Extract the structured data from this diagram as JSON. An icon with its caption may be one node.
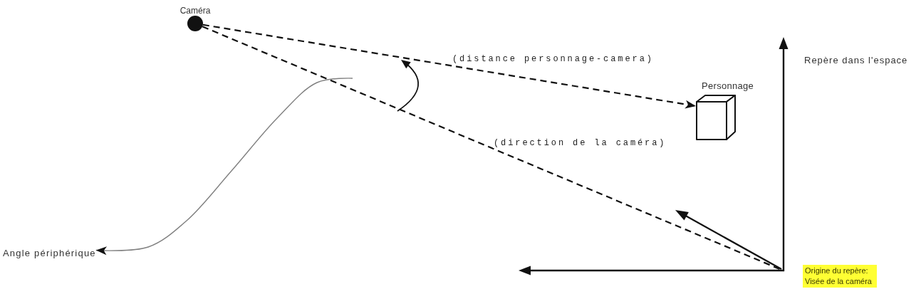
{
  "diagram": {
    "nodes": [
      {
        "text": [
          "Caméra"
        ]
      },
      {
        "text": [
          "Personnage"
        ]
      },
      {
        "text": [
          "Angle périphérique"
        ]
      },
      {
        "text": [
          "Origine du repère: Visée de la caméra"
        ]
      }
    ],
    "edges": [
      {
        "from": 0,
        "to": 1,
        "arrow": "to",
        "label": "(distance personnage-camera)",
        "style": "dashed"
      },
      {
        "from": 0,
        "to": null,
        "arrow": "none",
        "label": "(direction de la caméra)",
        "style": "dashed"
      },
      {
        "from": null,
        "to": 2,
        "arrow": "to",
        "color": "#808080"
      }
    ],
    "labels": [
      "Repère dans l'espace"
    ]
  }
}
